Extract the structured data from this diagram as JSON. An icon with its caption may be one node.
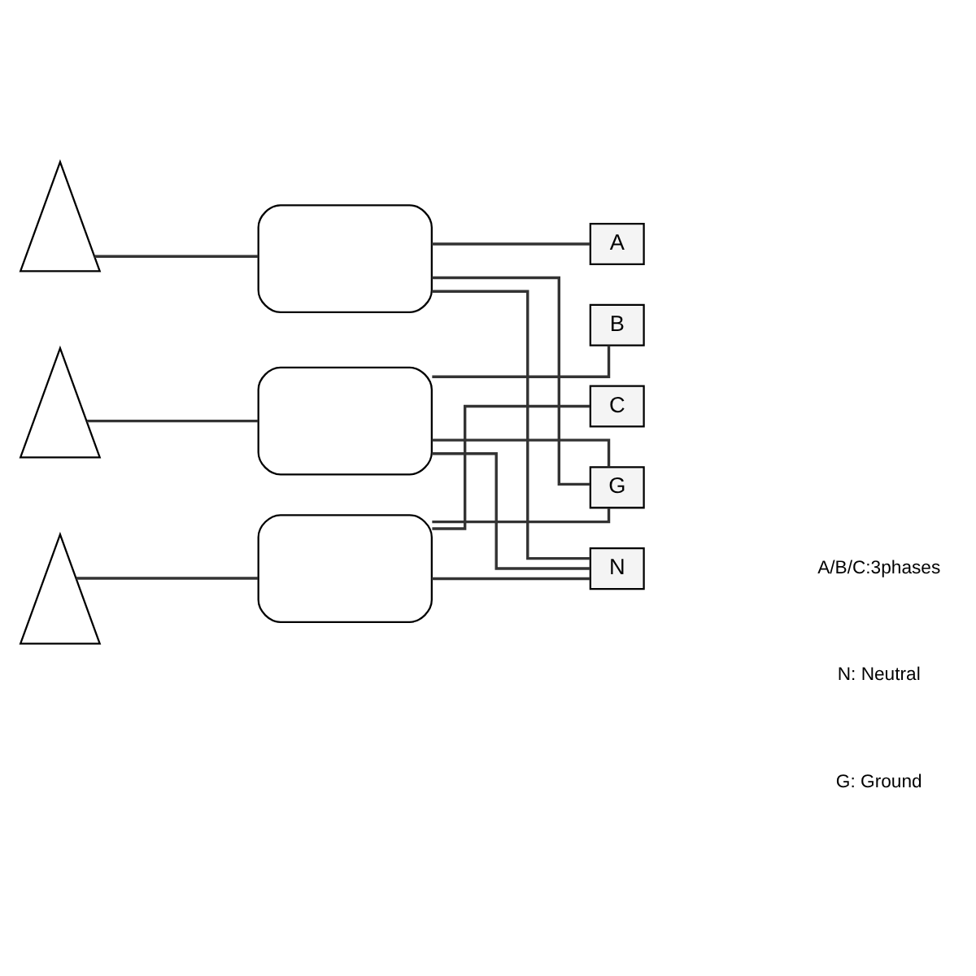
{
  "diagram": {
    "nodes": [
      {
        "text": [],
        "shape": "picture"
      },
      {
        "text": [],
        "shape": "box"
      },
      {
        "text": [],
        "shape": "picture"
      },
      {
        "text": [],
        "shape": "box"
      },
      {
        "text": [],
        "shape": "picture"
      },
      {
        "text": [],
        "shape": "box"
      },
      {
        "text": [
          "A"
        ]
      },
      {
        "text": [
          "B"
        ]
      },
      {
        "text": [
          "C"
        ]
      },
      {
        "text": [
          "G"
        ]
      },
      {
        "text": [
          "N"
        ]
      }
    ],
    "edges": [
      {
        "from": 0,
        "to": 1,
        "arrow": "none"
      },
      {
        "from": 2,
        "to": 3,
        "arrow": "none"
      },
      {
        "from": 4,
        "to": 5,
        "arrow": "none"
      },
      {
        "from": 1,
        "to": 6,
        "arrow": "none"
      },
      {
        "from": 1,
        "to": 9,
        "arrow": "none"
      },
      {
        "from": 1,
        "to": 10,
        "arrow": "none"
      },
      {
        "from": 3,
        "to": 7,
        "arrow": "none"
      },
      {
        "from": 3,
        "to": 9,
        "arrow": "none"
      },
      {
        "from": 3,
        "to": 10,
        "arrow": "none"
      },
      {
        "from": 5,
        "to": 8,
        "arrow": "none"
      },
      {
        "from": 5,
        "to": 9,
        "arrow": "none"
      },
      {
        "from": 5,
        "to": 10,
        "arrow": "none"
      }
    ],
    "labels": [
      "A/B/C:3phases",
      "N: Neutral",
      "G: Ground"
    ]
  }
}
